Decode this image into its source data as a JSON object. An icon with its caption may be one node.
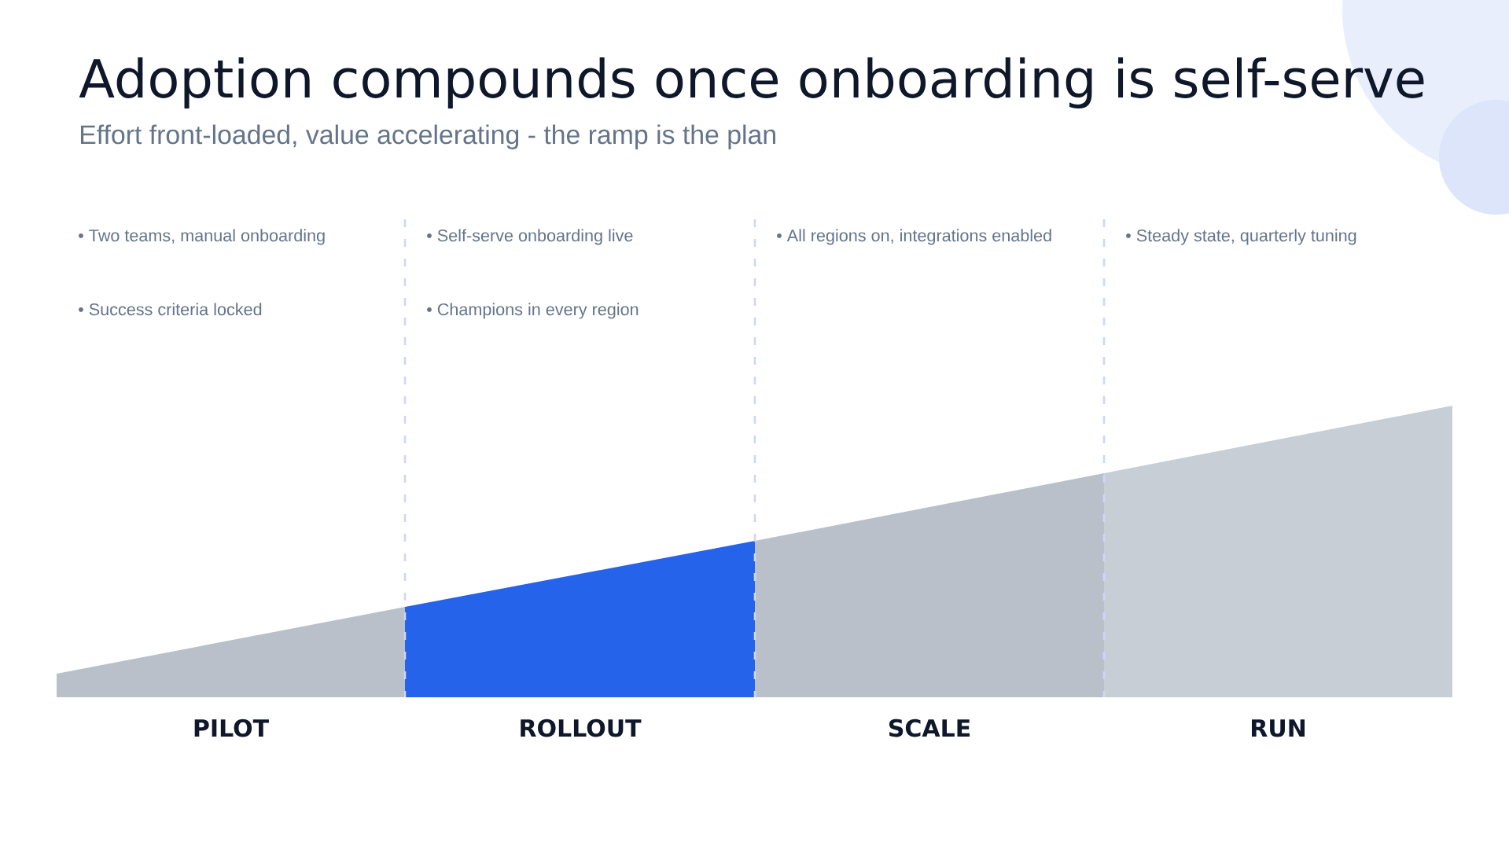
{
  "diagram": {
    "title": "Adoption compounds once onboarding is self-serve",
    "nodes": [
      {
        "text": [
          "PILOT"
        ]
      },
      {
        "text": [
          "ROLLOUT"
        ]
      },
      {
        "text": [
          "SCALE"
        ]
      },
      {
        "text": [
          "RUN"
        ]
      }
    ],
    "labels": [
      "Effort front-loaded, value accelerating - the ramp is the plan",
      "• Two teams, manual onboarding",
      "• Self-serve onboarding live",
      "• All regions on, integrations enabled",
      "• Steady state, quarterly tuning",
      "• Success criteria locked",
      "• Champions in every region"
    ]
  }
}
